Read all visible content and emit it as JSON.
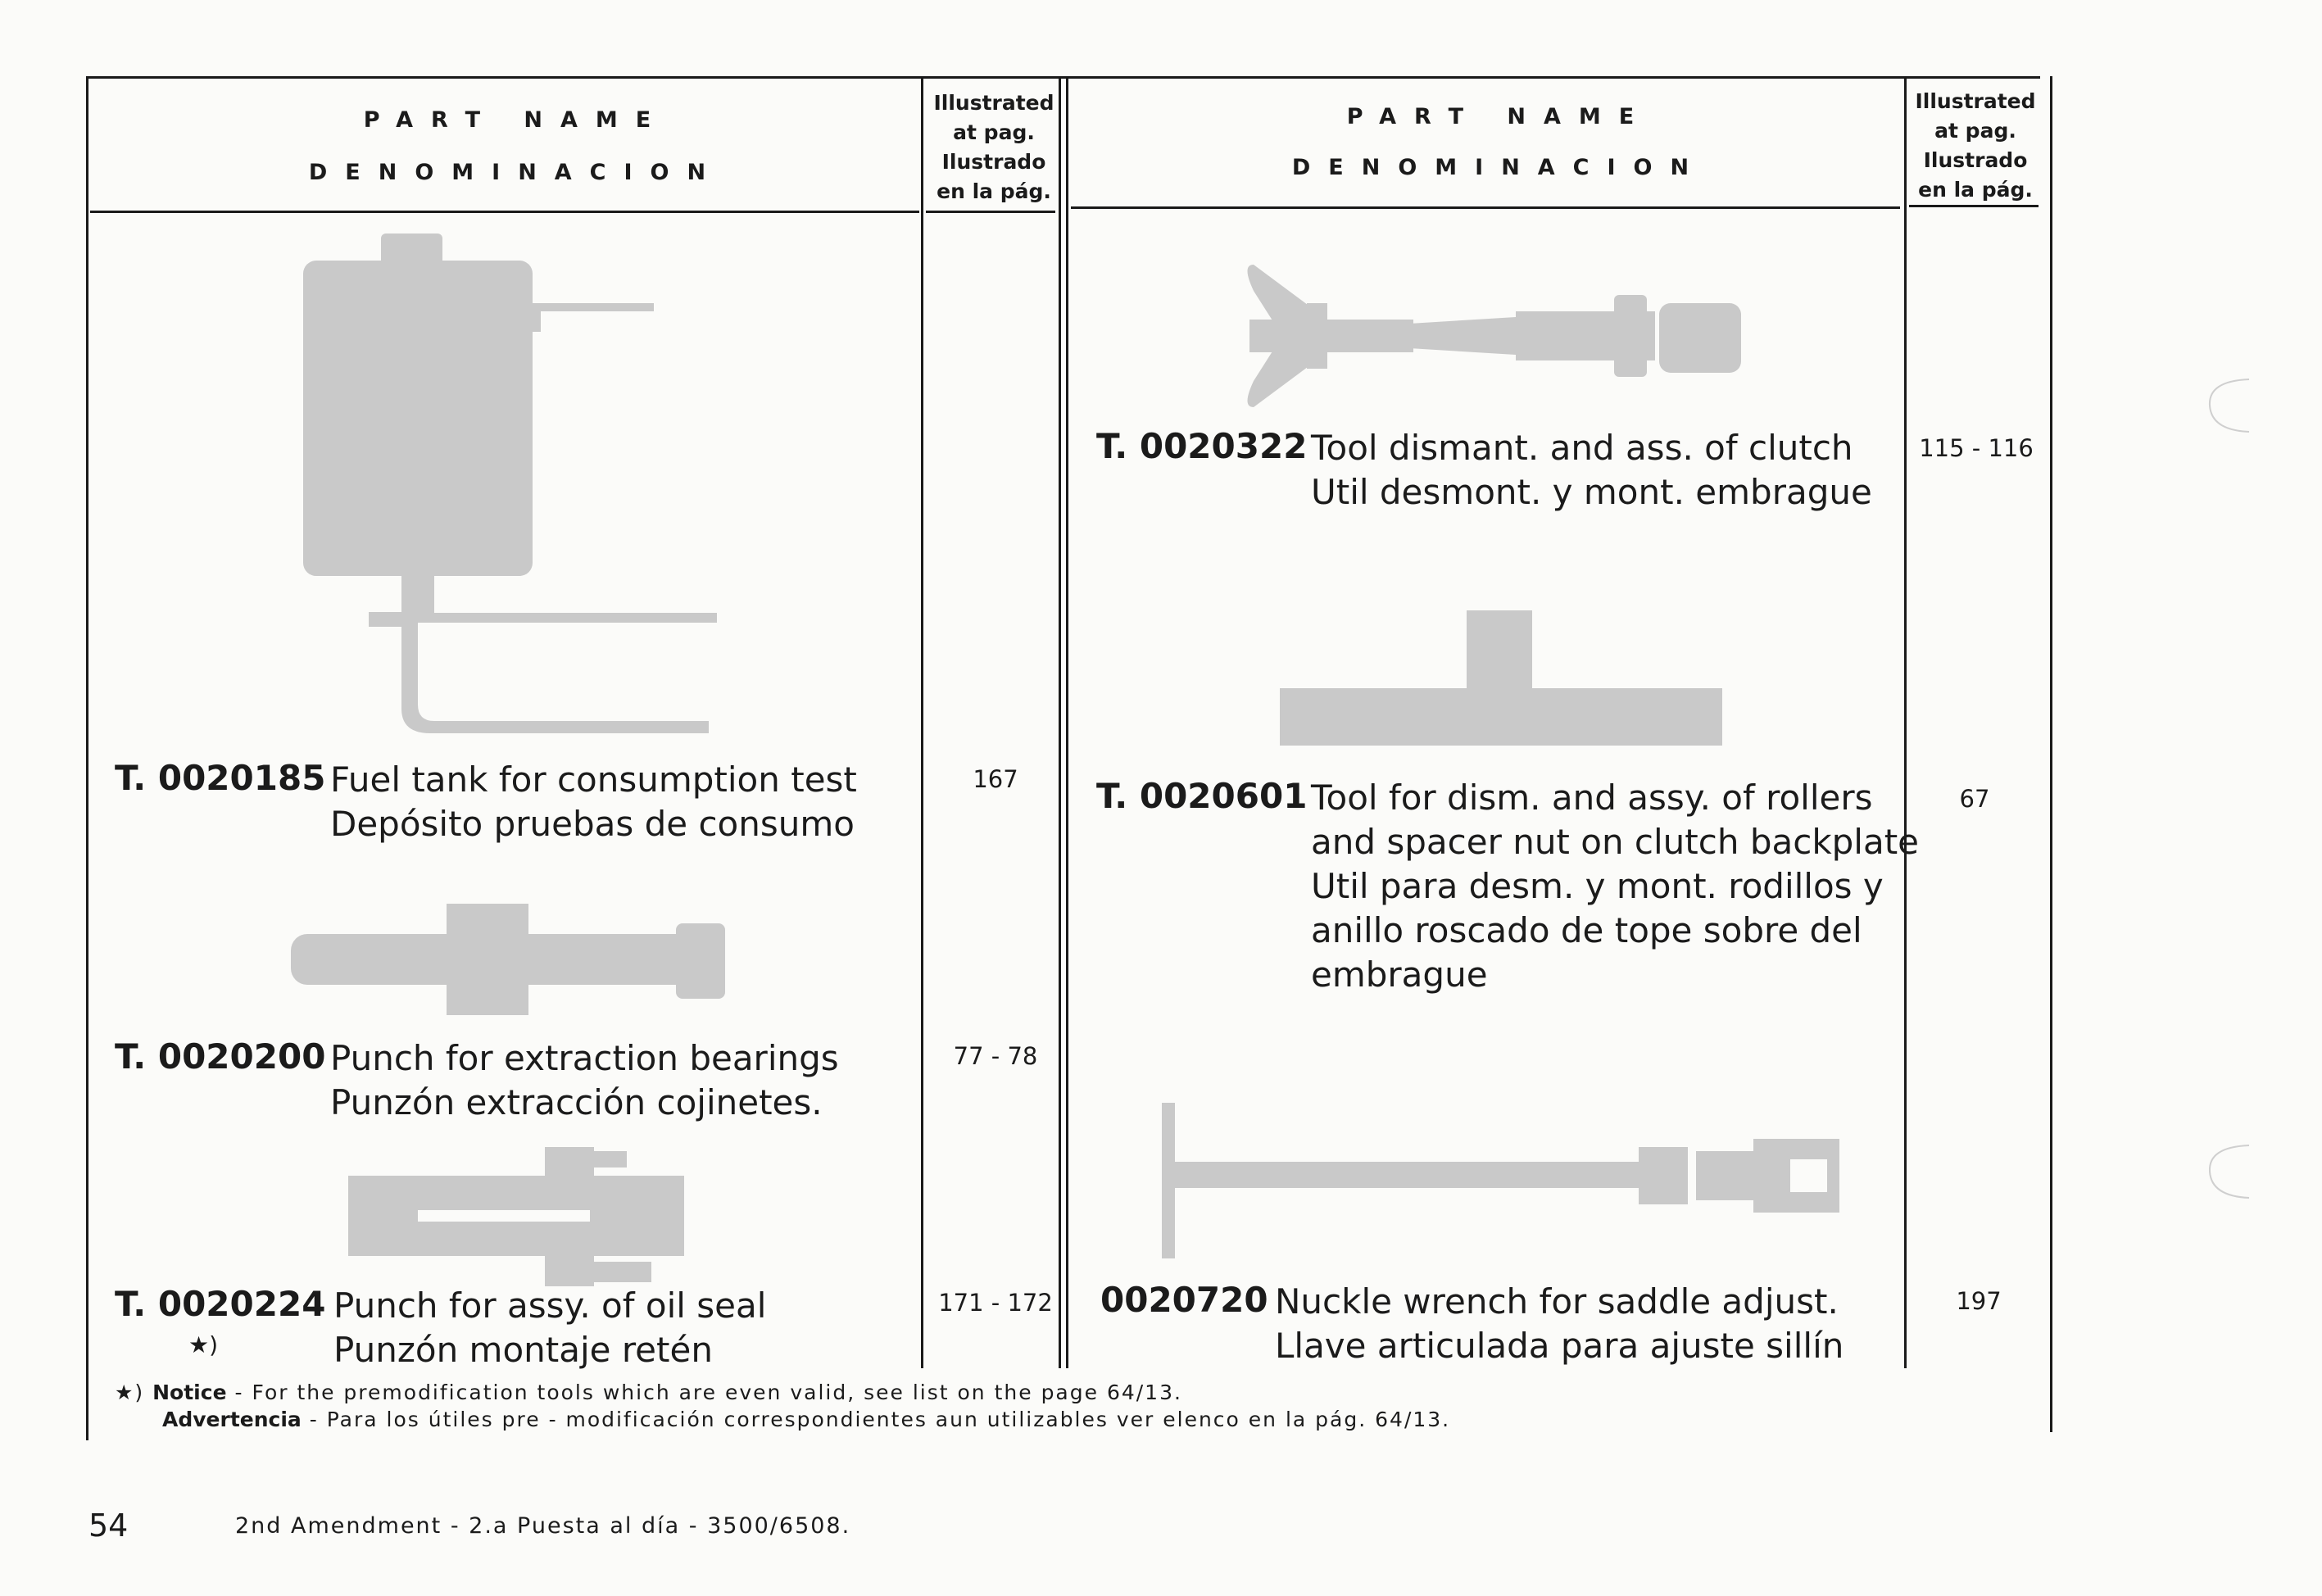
{
  "header": {
    "part_name": "PART NAME",
    "denominacion": "DENOMINACION",
    "illustrated": [
      "Illustrated",
      "at pag.",
      "Ilustrado",
      "en la pág."
    ]
  },
  "items_left": [
    {
      "code": "T. 0020185",
      "desc_en": "Fuel tank for consumption test",
      "desc_es": "Depósito pruebas de consumo",
      "page": "167",
      "marker": ""
    },
    {
      "code": "T. 0020200",
      "desc_en": "Punch for extraction bearings",
      "desc_es": "Punzón extracción cojinetes.",
      "page": "77 - 78",
      "marker": ""
    },
    {
      "code": "T. 0020224",
      "desc_en": "Punch for assy. of oil seal",
      "desc_es": "Punzón montaje retén",
      "page": "171 - 172",
      "marker": "★)"
    }
  ],
  "items_right": [
    {
      "code": "T. 0020322",
      "lines": [
        "Tool dismant. and ass. of clutch",
        "Util desmont. y mont. embrague"
      ],
      "page": "115 - 116"
    },
    {
      "code": "T. 0020601",
      "lines": [
        "Tool for dism. and assy. of rollers",
        "and spacer nut on clutch backplate",
        "Util para desm. y mont. rodillos y",
        "anillo roscado de tope sobre del",
        "embrague"
      ],
      "page": "67"
    },
    {
      "code": "0020720",
      "lines": [
        "Nuckle wrench for saddle adjust.",
        "Llave articulada para ajuste sillín"
      ],
      "page": "197"
    }
  ],
  "notice": {
    "marker": "★)",
    "label_en": "Notice",
    "text_en": "- For the premodification tools which are even valid, see list on the page 64/13.",
    "label_es": "Advertencia",
    "text_es": "- Para los útiles pre - modificación correspondientes aun utilizables ver elenco en la pág. 64/13."
  },
  "footer": {
    "page_number": "54",
    "text": "2nd Amendment - 2.a Puesta al día - 3500/6508."
  },
  "colors": {
    "ink": "#1a1a1a",
    "illustration": "#c9c9c9",
    "paper": "#fbfbf9"
  }
}
